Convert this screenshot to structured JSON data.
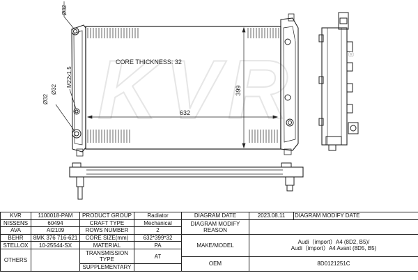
{
  "watermark": "KVR",
  "drawing": {
    "core_label": "CORE THICKNESS: 32",
    "dim_width": "632",
    "dim_height": "399",
    "pipe_top": "Ø32",
    "pipe_mid": "M22x1.5",
    "pipe_low": "Ø32",
    "pipe_bottom": "Ø32",
    "registered": "®"
  },
  "table": {
    "kvr_label": "KVR",
    "kvr_value": "1100018-PAM",
    "product_group_label": "PRODUCT GROUP",
    "product_group_value": "Radiator",
    "diagram_date_label": "DIAGRAM DATE",
    "diagram_date_value": "2023.08.11",
    "diagram_modify_date_label": "DIAGRAM MODIFY DATE",
    "diagram_modify_date_value": "",
    "nissens_label": "NISSENS",
    "nissens_value": "60494",
    "craft_type_label": "CRAFT TYPE",
    "craft_type_value": "Mechanical",
    "modify_reason_label": "DIAGRAM MODIFY REASON",
    "modify_reason_value": "",
    "ava_label": "AVA",
    "ava_value": "AI2109",
    "rows_number_label": "ROWS NUMBER",
    "rows_number_value": "2",
    "behr_label": "BEHR",
    "behr_value": "8MK 376 716-621",
    "core_size_label": "CORE SIZE(mm)",
    "core_size_value": "632*399*32",
    "make_model_label": "MAKE/MODEL",
    "make_model_line1": "Audi（import）A4 (8D2, B5)/",
    "make_model_line2": "Audi（import）A4 Avant (8D5, B5)",
    "stellox_label": "STELLOX",
    "stellox_value": "10-25544-SX",
    "material_label": "MATERIAL",
    "material_value": "PA",
    "others_label": "OTHERS",
    "others_value": "",
    "transmission_label": "TRANSMISSION TYPE",
    "transmission_value": "AT",
    "oem_label": "OEM",
    "oem_value": "8D0121251C",
    "supplementary_label": "SUPPLEMENTARY",
    "supplementary_value": ""
  }
}
